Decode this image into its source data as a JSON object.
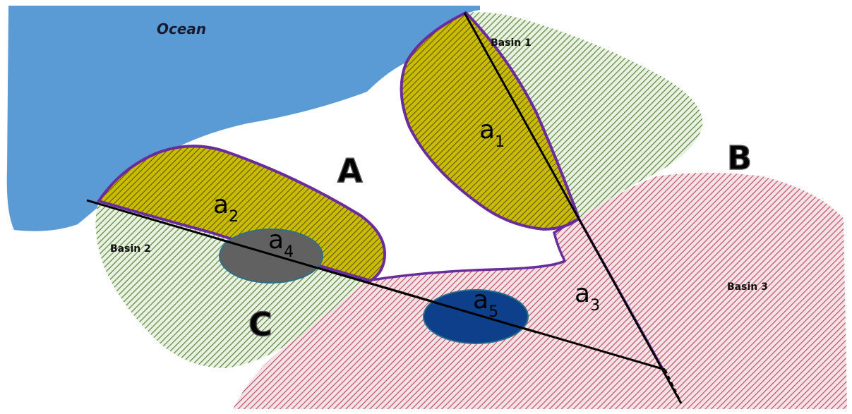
{
  "labels": {
    "ocean": "Ocean",
    "basin1": "Basin 1",
    "basin2": "Basin 2",
    "basin3": "Basin 3",
    "region_a": "A",
    "region_b": "B",
    "region_c": "C"
  },
  "areas": [
    {
      "base": "a",
      "sub": "1"
    },
    {
      "base": "a",
      "sub": "2"
    },
    {
      "base": "a",
      "sub": "3"
    },
    {
      "base": "a",
      "sub": "4"
    },
    {
      "base": "a",
      "sub": "5"
    }
  ],
  "colors": {
    "ocean": "#5b9bd5",
    "basin_green": "#4e7d2e",
    "basin_red": "#b5465a",
    "overlap_yellow": "#b5a800",
    "overlap_stripe": "#000000",
    "outline_purple": "#6a2c9c",
    "ellipse_gray": "#616161",
    "ellipse_blue": "#0e3f8a",
    "ellipse_stroke": "#2b6f8a"
  }
}
